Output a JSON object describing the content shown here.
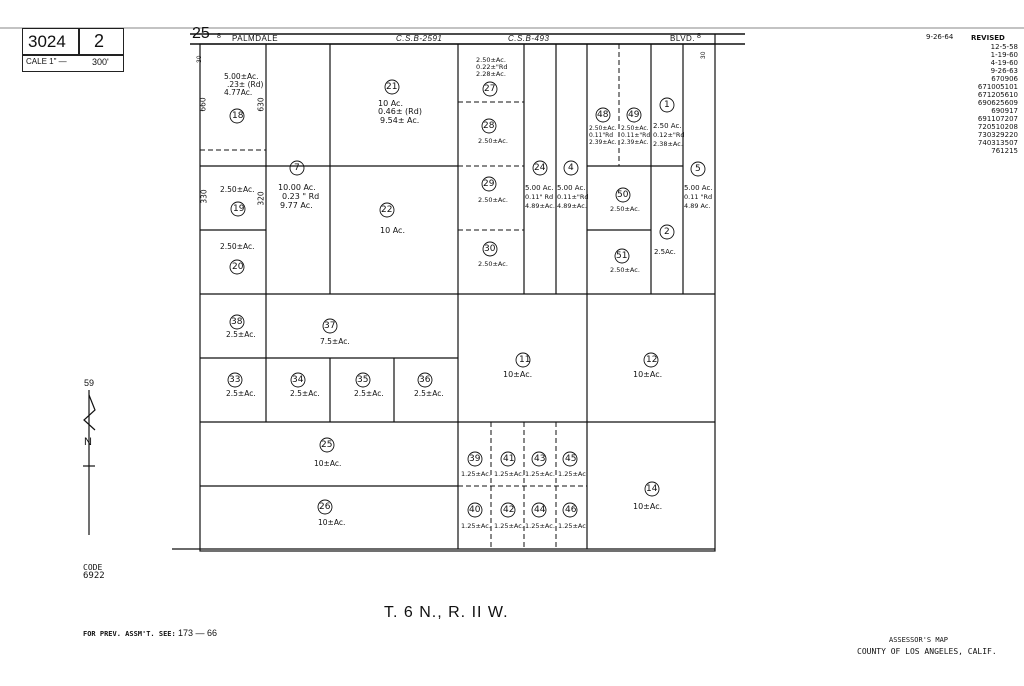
{
  "header": {
    "map_book": "3024",
    "page": "2",
    "scale_label": "CALE 1\" —",
    "scale_value": "300'"
  },
  "road": {
    "name": "PALMDALE",
    "csb_left": "C.S.B-2591",
    "csb_right": "C.S.B-493",
    "suffix": "BLVD.",
    "left_marker": "25",
    "left_marker_sub": "8",
    "right_marker_sub": "8",
    "left_width": "30",
    "right_width": "30"
  },
  "revisions": {
    "date_top": "9-26-64",
    "title": "REVISED",
    "entries": [
      "12-5-58",
      "1-19-60",
      "4-19-60",
      "9-26-63",
      "670906",
      "671005101",
      "671205610",
      "690625609",
      "690917",
      "691107207",
      "720510208",
      "730329220",
      "740313507",
      "761215"
    ]
  },
  "dimensions": {
    "d660": "660",
    "d630": "630",
    "d330": "330",
    "d320": "320"
  },
  "parcels": [
    {
      "id": "18",
      "area": "5.00±Ac.",
      "extra": ".23± (Rd)",
      "net": "4.77Ac."
    },
    {
      "id": "19",
      "area": "2.50±Ac."
    },
    {
      "id": "20",
      "area": "2.50±Ac."
    },
    {
      "id": "7",
      "area": "10.00 Ac.",
      "extra": "0.23 \" Rd",
      "net": "9.77 Ac."
    },
    {
      "id": "21",
      "area": "10 Ac.",
      "extra": "0.46± (Rd)",
      "net": "9.54± Ac."
    },
    {
      "id": "22",
      "area": "10 Ac."
    },
    {
      "id": "27",
      "area": "2.50±Ac.",
      "extra": "0.22±\"Rd",
      "net": "2.28±Ac."
    },
    {
      "id": "28",
      "area": "2.50±Ac."
    },
    {
      "id": "29",
      "area": "2.50±Ac."
    },
    {
      "id": "30",
      "area": "2.50±Ac."
    },
    {
      "id": "24",
      "area": "5.00 Ac.",
      "extra": "0.11\" Rd",
      "net": "4.89±Ac."
    },
    {
      "id": "4",
      "area": "5.00 Ac.",
      "extra": "0.11±\"Rd",
      "net": "4.89±Ac."
    },
    {
      "id": "48",
      "area": "2.50±Ac.",
      "extra": "0.11\"Rd",
      "net": "2.39±Ac."
    },
    {
      "id": "49",
      "area": "2.50±Ac.",
      "extra": "0.11±\"Rd",
      "net": "2.39±Ac."
    },
    {
      "id": "1",
      "area": "2.50 Ac.",
      "extra": "0.12±\"Rd",
      "net": "2.38±Ac."
    },
    {
      "id": "5",
      "area": "5.00 Ac.",
      "extra": "0.11 \"Rd",
      "net": "4.89 Ac."
    },
    {
      "id": "50",
      "area": "2.50±Ac."
    },
    {
      "id": "51",
      "area": "2.50±Ac."
    },
    {
      "id": "2",
      "area": "2.5Ac."
    },
    {
      "id": "38",
      "area": "2.5±Ac."
    },
    {
      "id": "37",
      "area": "7.5±Ac."
    },
    {
      "id": "33",
      "area": "2.5±Ac."
    },
    {
      "id": "34",
      "area": "2.5±Ac."
    },
    {
      "id": "35",
      "area": "2.5±Ac."
    },
    {
      "id": "36",
      "area": "2.5±Ac."
    },
    {
      "id": "11",
      "area": "10±Ac."
    },
    {
      "id": "12",
      "area": "10±Ac."
    },
    {
      "id": "25",
      "area": "10±Ac."
    },
    {
      "id": "26",
      "area": "10±Ac."
    },
    {
      "id": "39",
      "area": "1.25±Ac."
    },
    {
      "id": "41",
      "area": "1.25±Ac."
    },
    {
      "id": "43",
      "area": "1.25±Ac."
    },
    {
      "id": "45",
      "area": "1.25±Ac."
    },
    {
      "id": "40",
      "area": "1.25±Ac."
    },
    {
      "id": "42",
      "area": "1.25±Ac."
    },
    {
      "id": "44",
      "area": "1.25±Ac."
    },
    {
      "id": "46",
      "area": "1.25±Ac."
    },
    {
      "id": "14",
      "area": "10±Ac."
    }
  ],
  "north": {
    "number": "59",
    "letter": "N"
  },
  "code": {
    "label": "CODE",
    "value": "6922"
  },
  "township": "T. 6 N., R. II W.",
  "prev_assessment": {
    "label": "FOR PREV. ASSM'T. SEE:",
    "value": "173 — 66"
  },
  "assessor": {
    "line1": "ASSESSOR'S MAP",
    "line2": "COUNTY OF LOS ANGELES, CALIF."
  }
}
